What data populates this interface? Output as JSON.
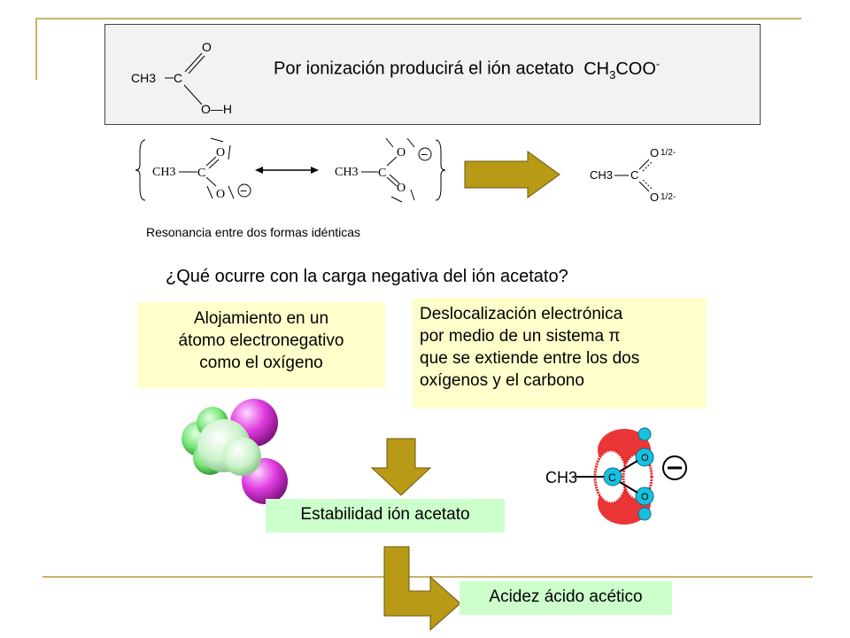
{
  "top_panel": {
    "structure": {
      "ch3": "CH3",
      "carbon": "C",
      "oxygen": "O",
      "hydroxyl": "O—H"
    },
    "ionization_text": "Por ionización producirá el ión acetato",
    "formula_ch": "CH",
    "formula_sub": "3",
    "formula_coo": "COO",
    "formula_sup": "-"
  },
  "resonance": {
    "form1": {
      "ch3": "CH3",
      "carbon": "C",
      "o_top": "O",
      "o_bottom": "O",
      "charge": "−"
    },
    "form2": {
      "ch3": "CH3",
      "carbon": "C",
      "o_top": "O",
      "o_bottom": "O",
      "charge": "−"
    },
    "hybrid": {
      "ch3": "CH3",
      "carbon": "C",
      "o_top": "O",
      "o_bottom": "O",
      "charge_top": "1/2-",
      "charge_bottom": "1/2-"
    },
    "caption": "Resonancia entre dos formas idénticas"
  },
  "question": "¿Qué ocurre con la carga negativa del ión acetato?",
  "box_left": {
    "lines": [
      "Alojamiento en un",
      "átomo electronegativo",
      "como el oxígeno"
    ]
  },
  "box_right": {
    "lines": [
      "Deslocalización electrónica",
      "por medio de un sistema π",
      "que se extiende entre los dos",
      "oxígenos y el carbono"
    ]
  },
  "orbital_model": {
    "ch3": "CH3",
    "carbon": "C",
    "o_top": "O",
    "o_bottom": "O",
    "charge": "−"
  },
  "stability_box": "Estabilidad ión acetato",
  "acidity_box": "Acidez ácido acético",
  "colors": {
    "decor_line": "#c9b36a",
    "arrow_fill": "#b89a17",
    "yellow_box": "#ffffcc",
    "green_box": "#ccffcc",
    "panel_bg": "#f2f2f2"
  }
}
